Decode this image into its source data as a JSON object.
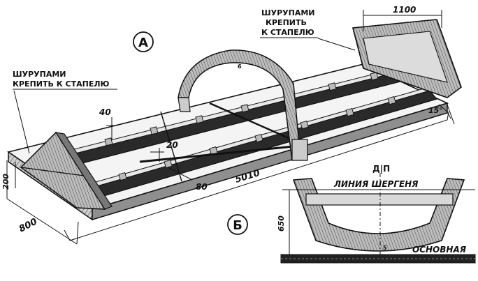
{
  "labels": {
    "view_a": "А",
    "view_b": "Б",
    "note_left_line1": "ШУРУПАМИ",
    "note_left_line2": "КРЕПИТЬ К СТАПЕЛЮ",
    "note_right_line1": "ШУРУПАМИ",
    "note_right_line2": "КРЕПИТЬ",
    "note_right_line3": "К СТАПЕЛЮ",
    "dp": "Д|П",
    "sheer_line": "ЛИНИЯ ШЕРГЕНЯ",
    "base_line": "ОСНОВНАЯ",
    "frame_num_arch": "6",
    "frame_num_section": "5"
  },
  "dimensions": {
    "stern_width": "1100",
    "angle": "15°",
    "gap_40": "40",
    "gap_20": "20",
    "height_200": "200",
    "length_5010": "5010",
    "batten_80": "80",
    "width_800": "800",
    "height_650": "650"
  },
  "colors": {
    "ink": "#111111",
    "wood": "#9a9a9a",
    "dark_fill": "#2a2a2a",
    "paper": "#ffffff"
  }
}
